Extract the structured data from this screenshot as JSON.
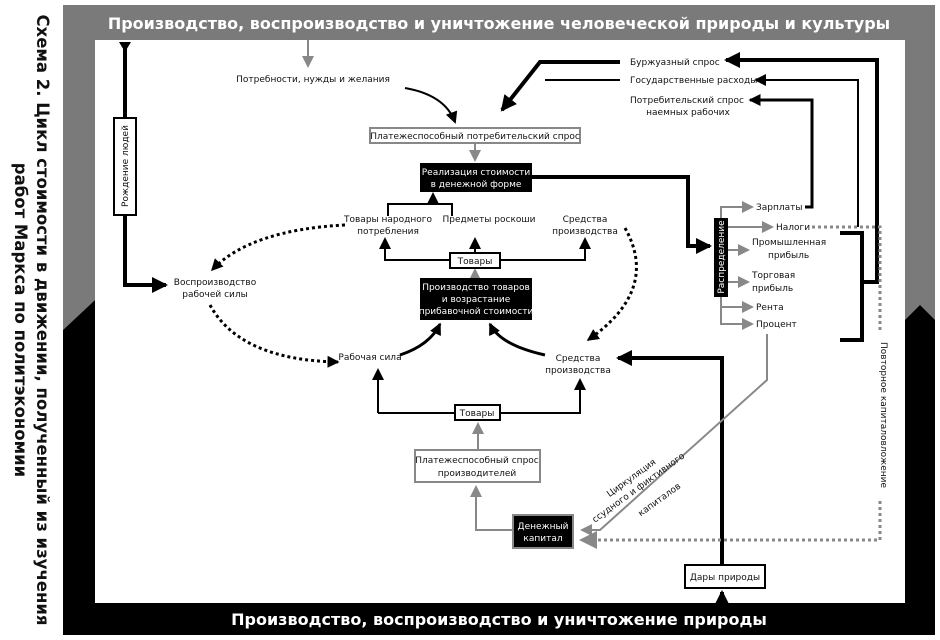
{
  "side_title": {
    "line1": "Схема 2. Цикл стоимости в движении, полученный из изучения",
    "line2": "работ Маркса по политэкономии"
  },
  "top_band": "Производство, воспроизводство и уничтожение человеческой природы и культуры",
  "bottom_band": "Производство, воспроизводство и уничтожение природы",
  "nodes": {
    "needs": "Потребности, нужды и желания",
    "effective_consumer_demand": "Платежеспособный потребительский спрос",
    "realization_1": "Реализация стоимости",
    "realization_2": "в денежной форме",
    "consumer_goods_1": "Товары народного",
    "consumer_goods_2": "потребления",
    "luxury": "Предметы роскоши",
    "means_top_1": "Средства",
    "means_top_2": "производства",
    "goods_top": "Товары",
    "production_1": "Производство товаров",
    "production_2": "и возрастание",
    "production_3": "прибавочной стоимости",
    "labor_repro_1": "Воспроизводство",
    "labor_repro_2": "рабочей силы",
    "labor_power": "Рабочая сила",
    "means_bottom_1": "Средства",
    "means_bottom_2": "производства",
    "goods_bottom": "Товары",
    "producer_demand_1": "Платежеспособный спрос",
    "producer_demand_2": "производителей",
    "money_capital_1": "Денежный",
    "money_capital_2": "капитал",
    "gifts_of_nature": "Дары природы",
    "birth": "Рождение людей",
    "bourgeois_demand": "Буржуазный спрос",
    "state_spending": "Государственные расходы",
    "worker_demand_1": "Потребительский спрос",
    "worker_demand_2": "наемных рабочих",
    "distribution": "Распределение",
    "wages": "Зарплаты",
    "taxes": "Налоги",
    "industrial_profit_1": "Промышленная",
    "industrial_profit_2": "прибыль",
    "trade_profit_1": "Торговая",
    "trade_profit_2": "прибыль",
    "rent": "Рента",
    "interest": "Процент",
    "reinvestment": "Повторное капиталовложение",
    "circulation_1": "Циркуляция",
    "circulation_2": "ссудного и фиктивного",
    "circulation_3": "капиталов"
  },
  "colors": {
    "gray": "#7a7a7a",
    "black": "#000000",
    "arrow_gray": "#888888"
  }
}
